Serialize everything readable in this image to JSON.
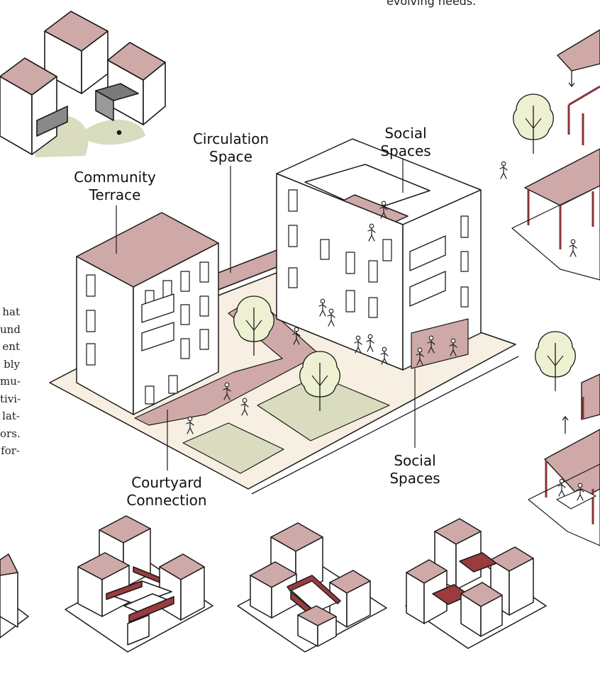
{
  "colors": {
    "roof": "#cfa9a8",
    "wall": "#ffffff",
    "accent": "#9b3b3e",
    "ground": "#f7efe1",
    "lawn": "#d9dcbf",
    "tree": "#eef0d2",
    "line": "#1a1a1a"
  },
  "top_note": "evolving needs.",
  "left_text_fragments": [
    "hat",
    "und",
    "ent",
    "bly",
    "mu-",
    "tivi-",
    "lat-",
    "ors.",
    "for-"
  ],
  "labels": {
    "community_terrace": [
      "Community",
      "Terrace"
    ],
    "circulation_space": [
      "Circulation",
      "Space"
    ],
    "social_spaces_top": [
      "Social",
      "Spaces"
    ],
    "social_spaces_bottom": [
      "Social",
      "Spaces"
    ],
    "courtyard_connection": [
      "Courtyard",
      "Connection"
    ]
  },
  "icons": {
    "tree": "tree-icon",
    "person": "person-icon",
    "arrow_down": "arrow-down-icon",
    "arrow_up": "arrow-up-icon"
  }
}
